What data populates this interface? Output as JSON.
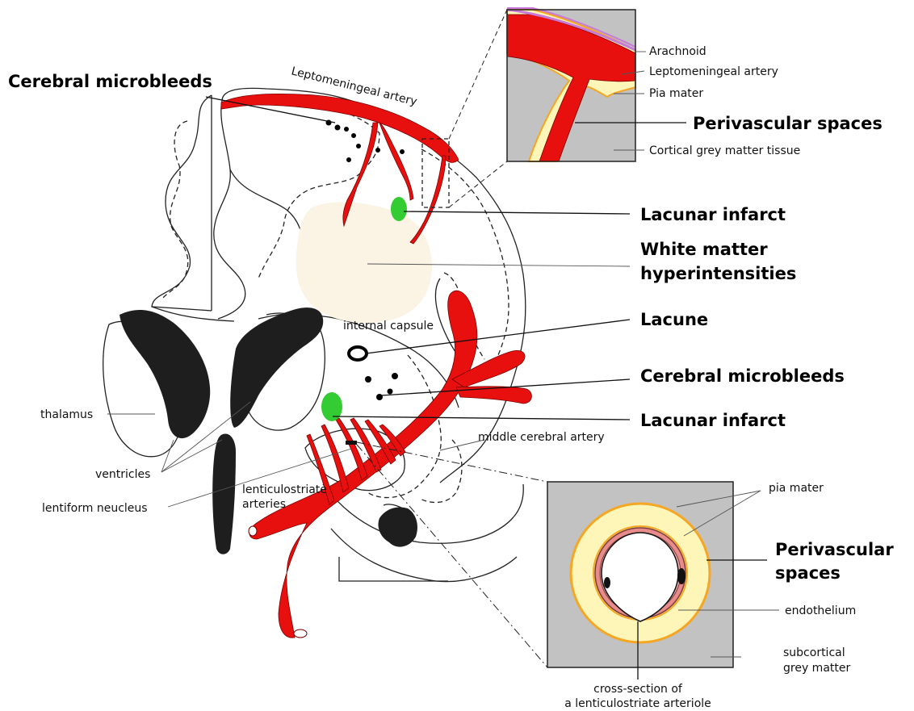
{
  "labels": {
    "cerebral_microbleeds_top": "Cerebral microbleeds",
    "leptomeningeal_artery_curved": "Leptomeningeal artery",
    "inset_top": {
      "arachnoid": "Arachnoid",
      "leptomeningeal_artery": "Leptomeningeal artery",
      "pia_mater": "Pia mater",
      "perivascular_spaces": "Perivascular spaces",
      "cortical_grey_matter": "Cortical grey matter tissue"
    },
    "lacunar_infarct_top": "Lacunar infarct",
    "white_matter_line1": "White matter",
    "white_matter_line2": "hyperintensities",
    "internal_capsule": "internal capsule",
    "lacune": "Lacune",
    "cerebral_microbleeds_bottom": "Cerebral microbleeds",
    "lacunar_infarct_bottom": "Lacunar infarct",
    "thalamus": "thalamus",
    "middle_cerebral_artery": "middle cerebral artery",
    "ventricles": "ventricles",
    "lenticulostriate_line1": "lenticulostriate",
    "lenticulostriate_line2": "arteries",
    "lentiform_nucleus": "lentiform neucleus",
    "inset_bottom": {
      "pia_mater": "pia mater",
      "perivascular_line1": "Perivascular",
      "perivascular_line2": "spaces",
      "endothelium": "endothelium",
      "subcortical_line1": "subcortical",
      "subcortical_line2": "grey matter",
      "cross_section_line1": "cross-section of",
      "cross_section_line2": "a lenticulostriate arteriole"
    }
  },
  "colors": {
    "artery_red": "#e8100f",
    "perivascular_yellow": "#fdf6b8",
    "pia_orange": "#f5a623",
    "arachnoid_violet": "#c87ad8",
    "grey_matter": "#c2c2c2",
    "white_matter_lesion": "#fbf4e4",
    "lacunar_green": "#33cc33",
    "ventricle_black": "#1e1e1e",
    "vessel_wall_pink": "#e78b8b"
  }
}
